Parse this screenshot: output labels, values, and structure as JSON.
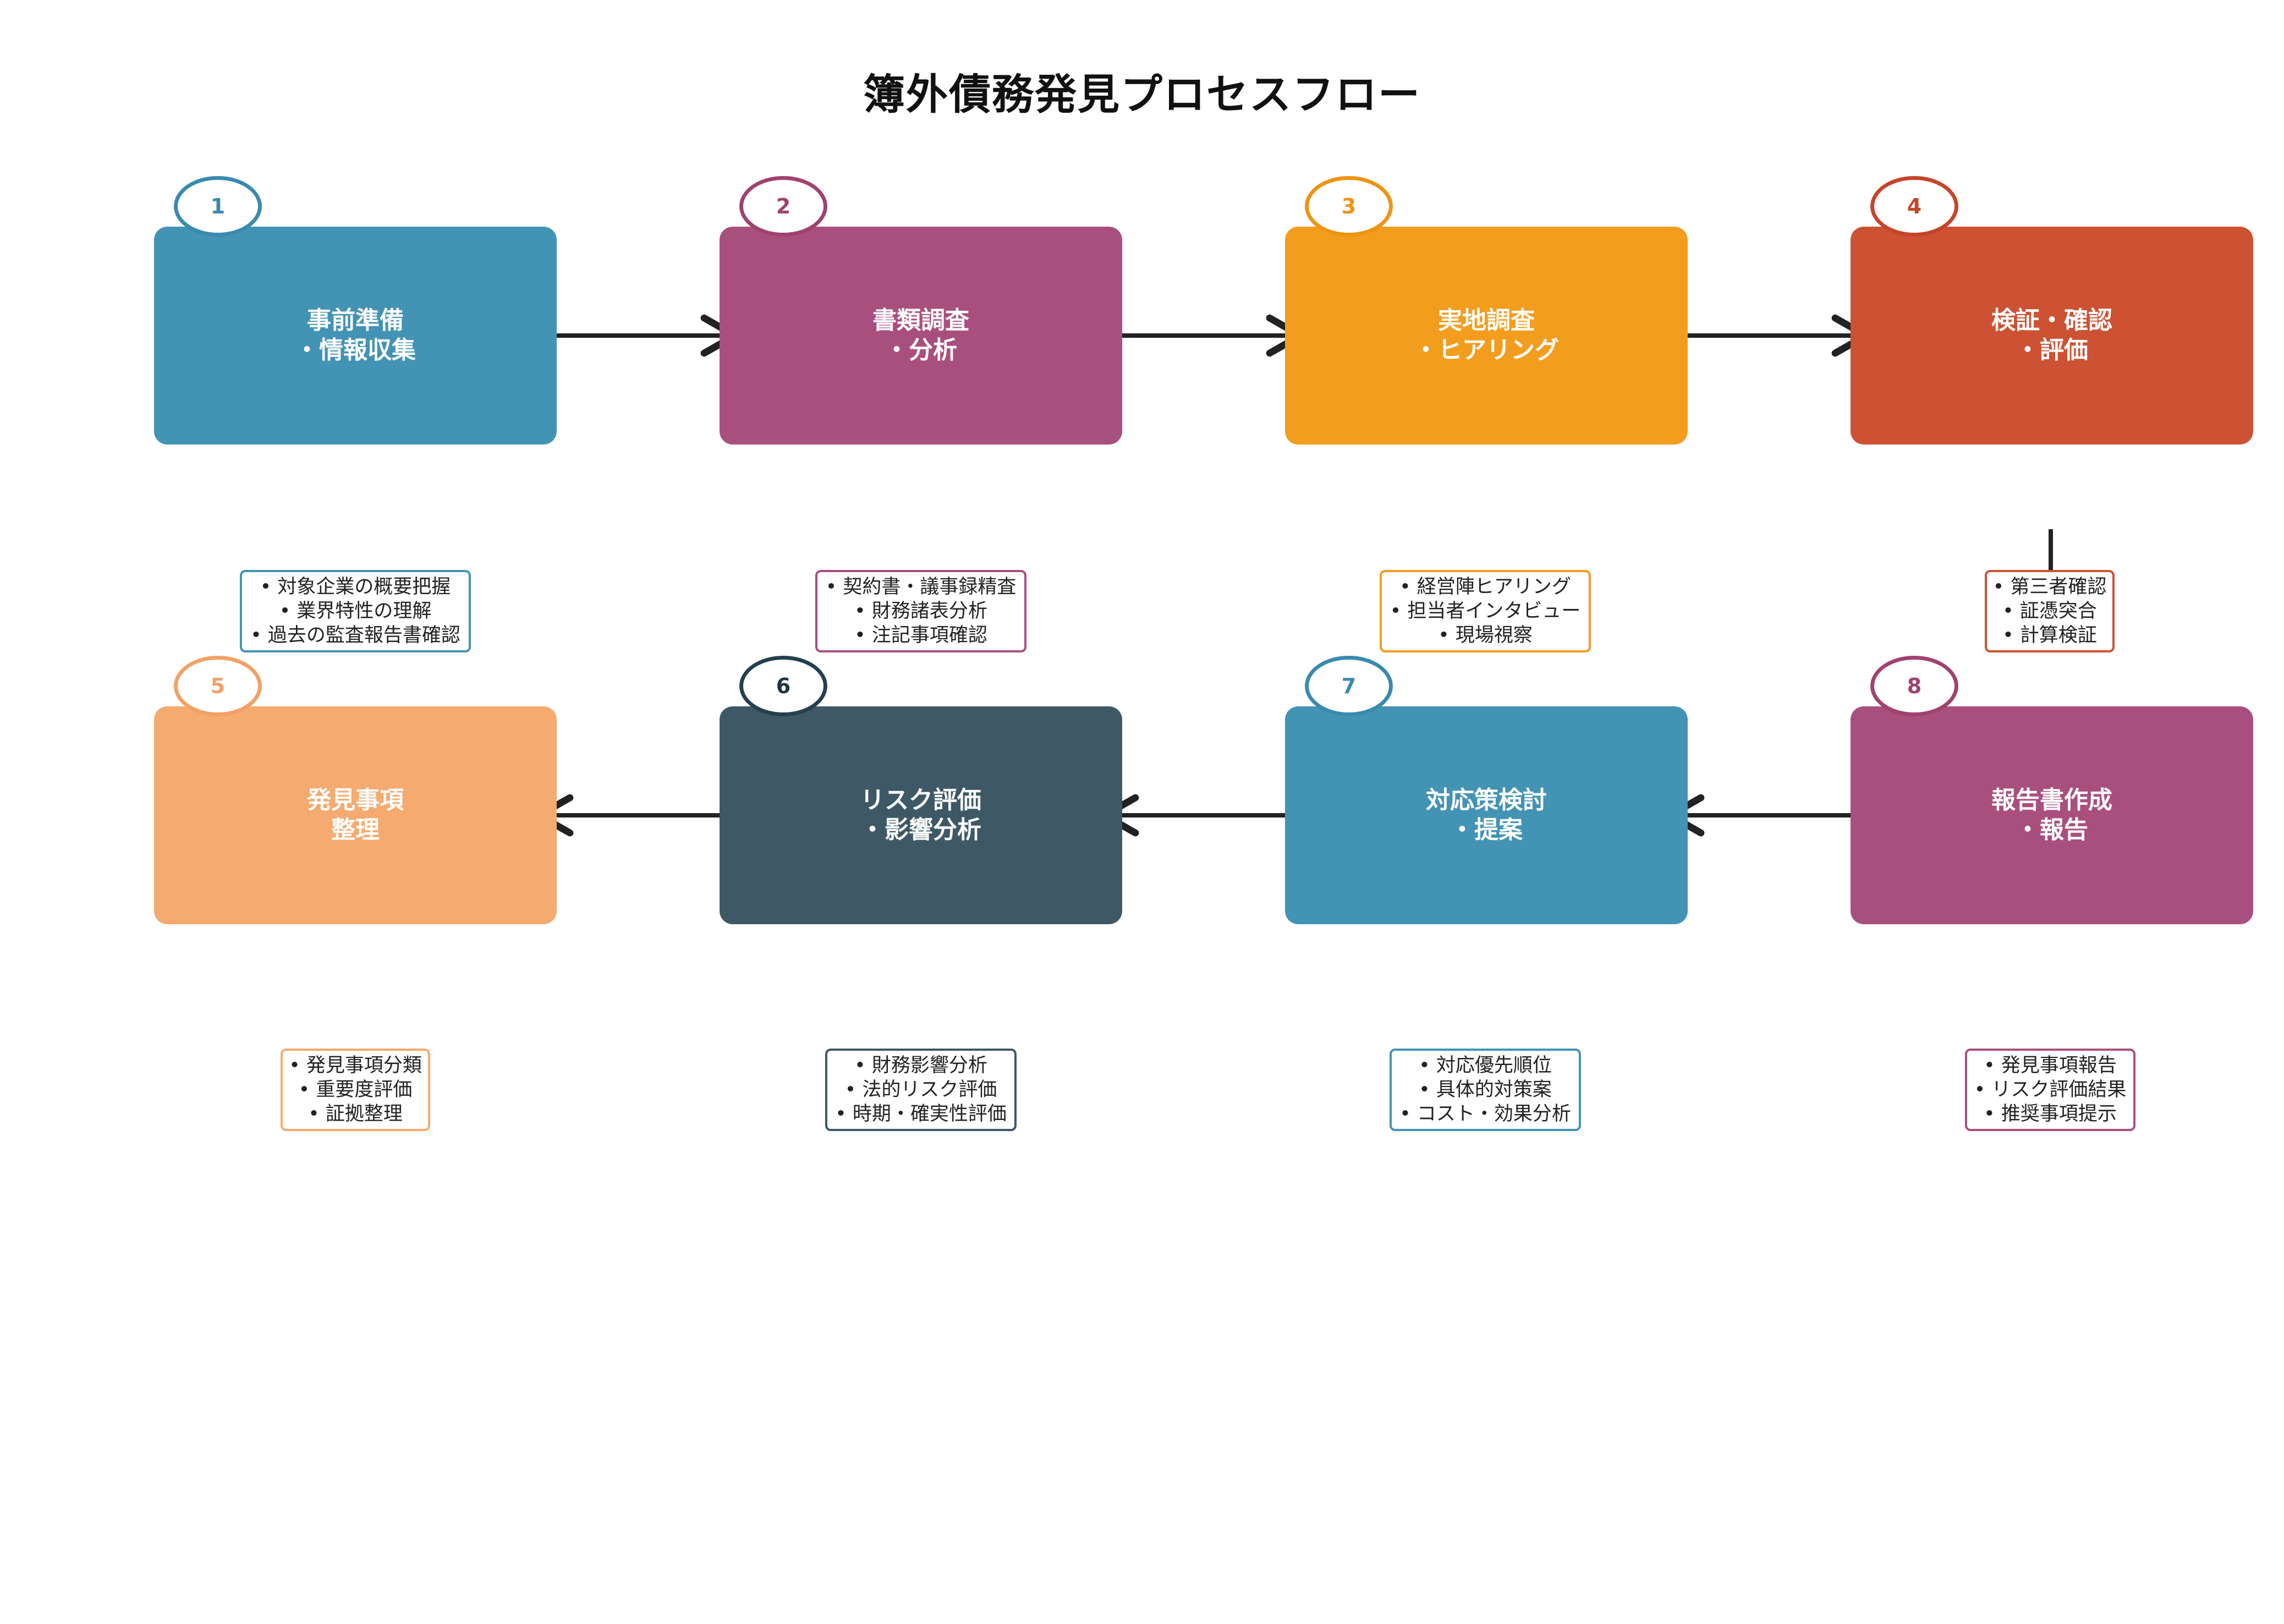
{
  "title": "簿外債務発見プロセスフロー",
  "steps": [
    {
      "number": "1",
      "label": "事前準備\n・情報収集",
      "color": "#4393B5",
      "notes": [
        "• 対象企業の概要把握",
        "• 業界特性の理解",
        "• 過去の監査報告書確認"
      ]
    },
    {
      "number": "2",
      "label": "書類調査\n・分析",
      "color": "#A94F7E",
      "notes": [
        "• 契約書・議事録精査",
        "• 財務諸表分析",
        "• 注記事項確認"
      ]
    },
    {
      "number": "3",
      "label": "実地調査\n・ヒアリング",
      "color": "#F29D1E",
      "notes": [
        "• 経営陣ヒアリング",
        "• 担当者インタビュー",
        "• 現場視察"
      ]
    },
    {
      "number": "4",
      "label": "検証・確認\n・評価",
      "color": "#CC5233",
      "notes": [
        "• 第三者確認",
        "• 証憑突合",
        "• 計算検証"
      ]
    },
    {
      "number": "5",
      "label": "発見事項\n整理",
      "color": "#F5AA6F",
      "notes": [
        "• 発見事項分類",
        "• 重要度評価",
        "• 証拠整理"
      ]
    },
    {
      "number": "6",
      "label": "リスク評価\n・影響分析",
      "color": "#3E5965",
      "notes": [
        "• 財務影響分析",
        "• 法的リスク評価",
        "• 時期・確実性評価"
      ]
    },
    {
      "number": "7",
      "label": "対応策検討\n・提案",
      "color": "#4393B5",
      "notes": [
        "• 対応優先順位",
        "• 具体的対策案",
        "• コスト・効果分析"
      ]
    },
    {
      "number": "8",
      "label": "報告書作成\n・報告",
      "color": "#A94F7E",
      "notes": [
        "• 発見事項報告",
        "• リスク評価結果",
        "• 推奨事項提示"
      ]
    }
  ],
  "colors": {
    "arrow": "#222222",
    "badge_ring_6": "#24404E",
    "badge_text_6": "#1F3540"
  }
}
